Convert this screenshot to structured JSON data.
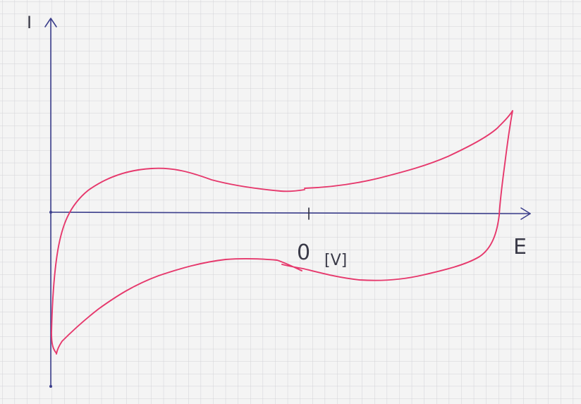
{
  "colors": {
    "paper": "#f4f4f4",
    "grid": "#d2d2d6",
    "axis": "#3c3f8c",
    "curve": "#e6386c"
  },
  "axes": {
    "y_label": "I",
    "x_label": "E",
    "origin_tick_label": "0",
    "unit_label": "[V]"
  }
}
